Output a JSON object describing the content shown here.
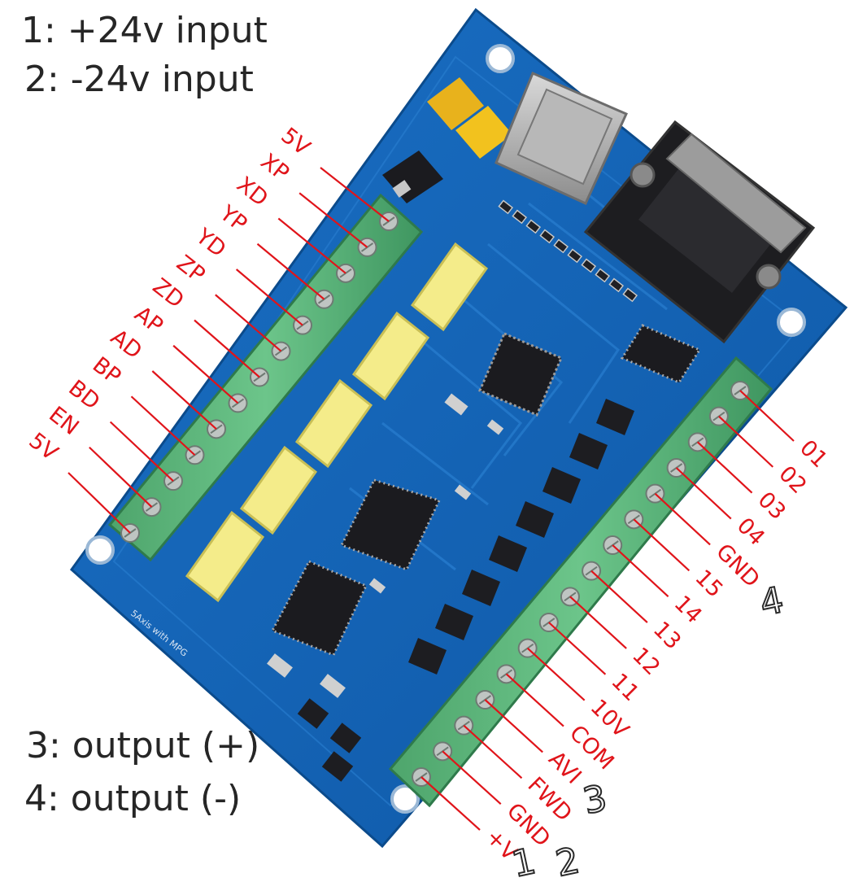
{
  "legend": {
    "line1": "1: +24v input",
    "line2": "2: -24v input",
    "line3": "3: output (+)",
    "line4": "4: output (-)"
  },
  "left_terminal_labels": [
    "5V",
    "XP",
    "XD",
    "YP",
    "YD",
    "ZP",
    "ZD",
    "AP",
    "AD",
    "BP",
    "BD",
    "EN",
    "5V"
  ],
  "right_terminal_labels": [
    "01",
    "02",
    "03",
    "04",
    "GND",
    "15",
    "14",
    "13",
    "12",
    "11",
    "10V",
    "COM",
    "AVI",
    "FWD",
    "GND",
    "+V"
  ],
  "handwritten_marks": [
    "1",
    "2",
    "3",
    "4"
  ],
  "board_silkscreen": "5Axis with MPG",
  "colors": {
    "board": "#1666b8",
    "board_dark": "#0d4f96",
    "terminal_green": "#5cb37a",
    "label_red": "#e0141a",
    "connector_yellow": "#f4ec8a",
    "chip_black": "#1b1b1f"
  }
}
